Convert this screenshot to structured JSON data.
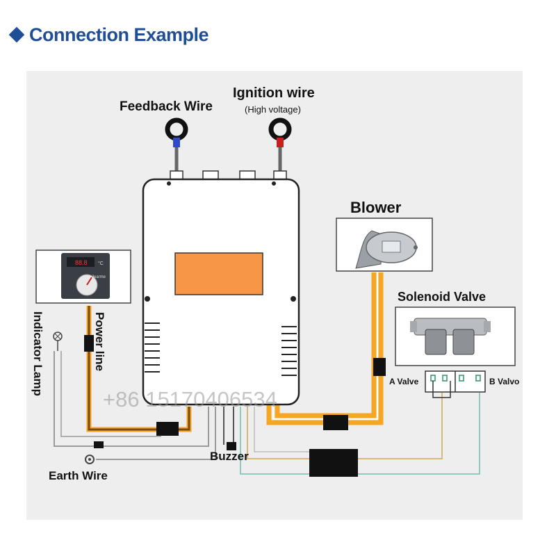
{
  "header": {
    "title": "Connection Example"
  },
  "labels": {
    "feedback_wire": "Feedback Wire",
    "ignition_wire": "Ignition wire",
    "high_voltage": "(High voltage)",
    "blower": "Blower",
    "solenoid_valve": "Solenoid Valve",
    "a_valve": "A Valve",
    "b_valve": "B Valvo",
    "power_line": "Power line",
    "indicator_lamp": "Indicator Lamp",
    "buzzer": "Buzzer",
    "earth_wire": "Earth Wire",
    "thermostat_display": "88.8",
    "thermostat_unit": "°C",
    "thermostat_brand": "Jearme",
    "watermark": "+86 15170406534"
  },
  "colors": {
    "brand_blue": "#1f4e96",
    "panel_bg": "#eeeeee",
    "module_fill": "#ffffff",
    "display_orange": "#f79646",
    "wire_orange": "#f5a623",
    "wire_brown": "#7a4a12",
    "wire_teal": "#8fc9c0",
    "wire_tan": "#d9b97a",
    "feedback_tip": "#2e4cc9",
    "ignition_tip": "#c81e1e"
  },
  "icons": [
    "diamond-bullet-icon",
    "feedback-ring-terminal-icon",
    "ignition-ring-terminal-icon",
    "blower-fan-icon",
    "solenoid-valve-icon",
    "thermostat-icon",
    "indicator-lamp-icon",
    "earth-ring-icon",
    "buzzer-icon"
  ]
}
